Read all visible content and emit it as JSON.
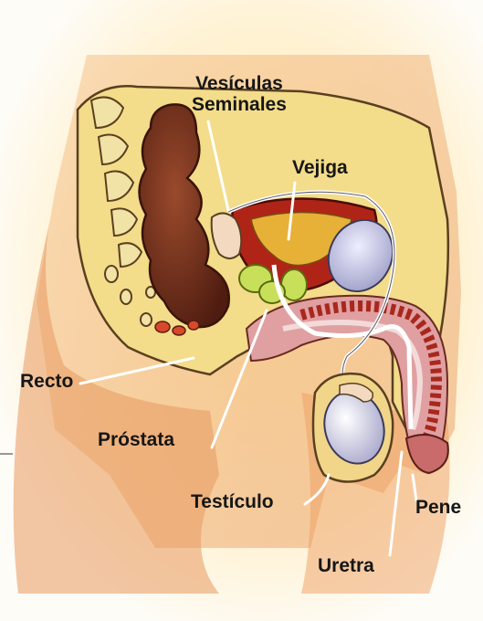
{
  "labels": {
    "vesiculas_line1": "Vesículas",
    "vesiculas_line2": "Seminales",
    "vejiga": "Vejiga",
    "recto": "Recto",
    "prostata": "Próstata",
    "testiculo": "Testículo",
    "pene": "Pene",
    "uretra": "Uretra"
  },
  "colors": {
    "background": "#fefcf7",
    "skin": "#f0b077",
    "rectum": "#6e2c1a",
    "bladder": "#b02418",
    "bladder_urine": "#e7b037",
    "prostate": "#c8df5a",
    "seminal_vesicles": "#f2d9c0",
    "testicle": "#c7c6df",
    "erectile_tissue": "#e0a0a2",
    "bone": "#f1e2a6"
  }
}
